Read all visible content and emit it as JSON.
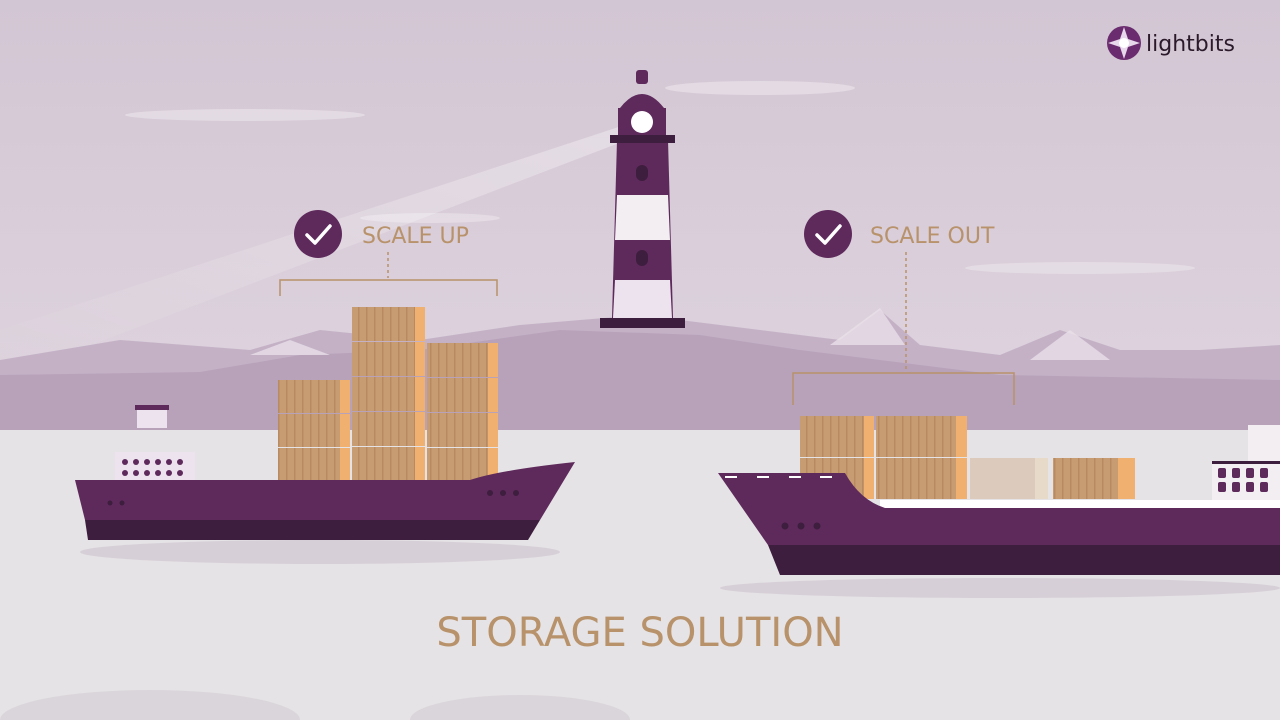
{
  "logo": {
    "text": "lightbits"
  },
  "labels": {
    "scale_up": "SCALE UP",
    "scale_out": "SCALE OUT",
    "title": "STORAGE SOLUTION"
  },
  "colors": {
    "accent_purple": "#5e2a5c",
    "hull_dark": "#3e1e3e",
    "container": "#c89c72",
    "container_edge": "#f0b070",
    "label_text": "#b8926a",
    "sky": "#d6cad6",
    "water": "#e5e3e5"
  },
  "icons": [
    "check-icon",
    "check-icon",
    "lightbits-logo-icon"
  ]
}
